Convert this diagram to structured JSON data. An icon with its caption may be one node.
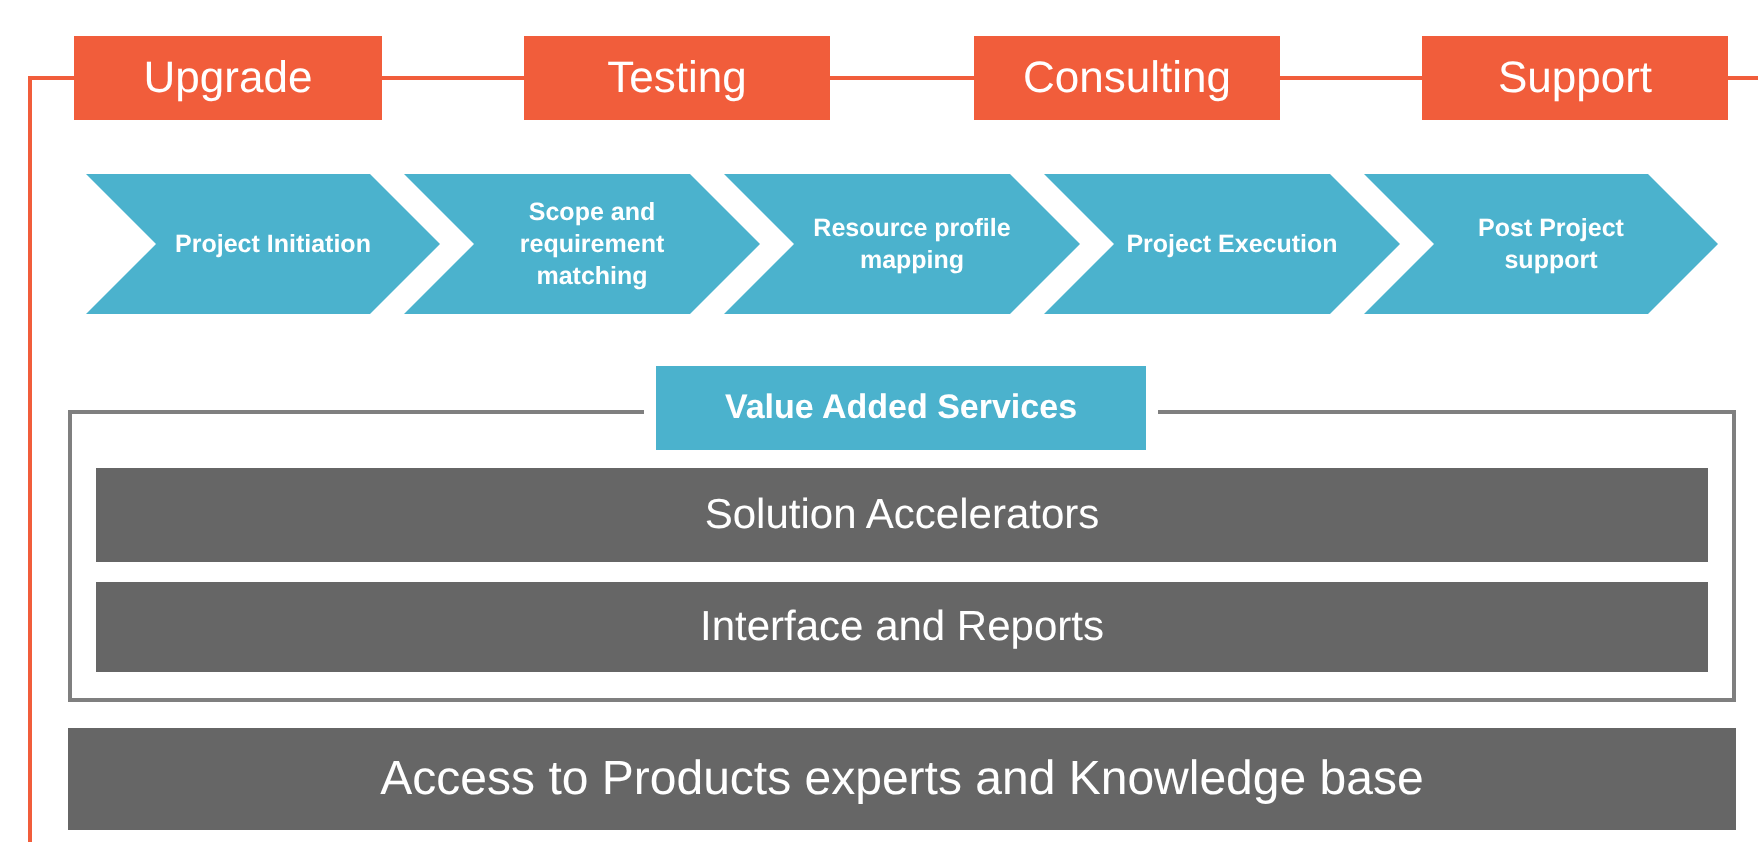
{
  "diagram": {
    "nodes": [
      {
        "text": [
          "Upgrade"
        ]
      },
      {
        "text": [
          "Testing"
        ]
      },
      {
        "text": [
          "Consulting"
        ]
      },
      {
        "text": [
          "Support"
        ]
      },
      {
        "text": [
          "Project Initiation"
        ]
      },
      {
        "text": [
          "Scope and requirement matching"
        ]
      },
      {
        "text": [
          "Resource profile mapping"
        ]
      },
      {
        "text": [
          "Project Execution"
        ]
      },
      {
        "text": [
          "Post Project support"
        ]
      },
      {
        "text": [
          "Value Added Services"
        ]
      },
      {
        "text": [
          "Solution Accelerators"
        ],
        "in": 9
      },
      {
        "text": [
          "Interface and Reports"
        ],
        "in": 9
      },
      {
        "text": [
          "Access to Products experts and Knowledge base"
        ]
      }
    ],
    "edges": [
      {
        "from": 0,
        "to": 1,
        "arrow": "none"
      },
      {
        "from": 1,
        "to": 2,
        "arrow": "none"
      },
      {
        "from": 2,
        "to": 3,
        "arrow": "none"
      },
      {
        "from": 0,
        "to": null,
        "arrow": "none"
      },
      {
        "from": 3,
        "to": null,
        "arrow": "none"
      }
    ]
  }
}
